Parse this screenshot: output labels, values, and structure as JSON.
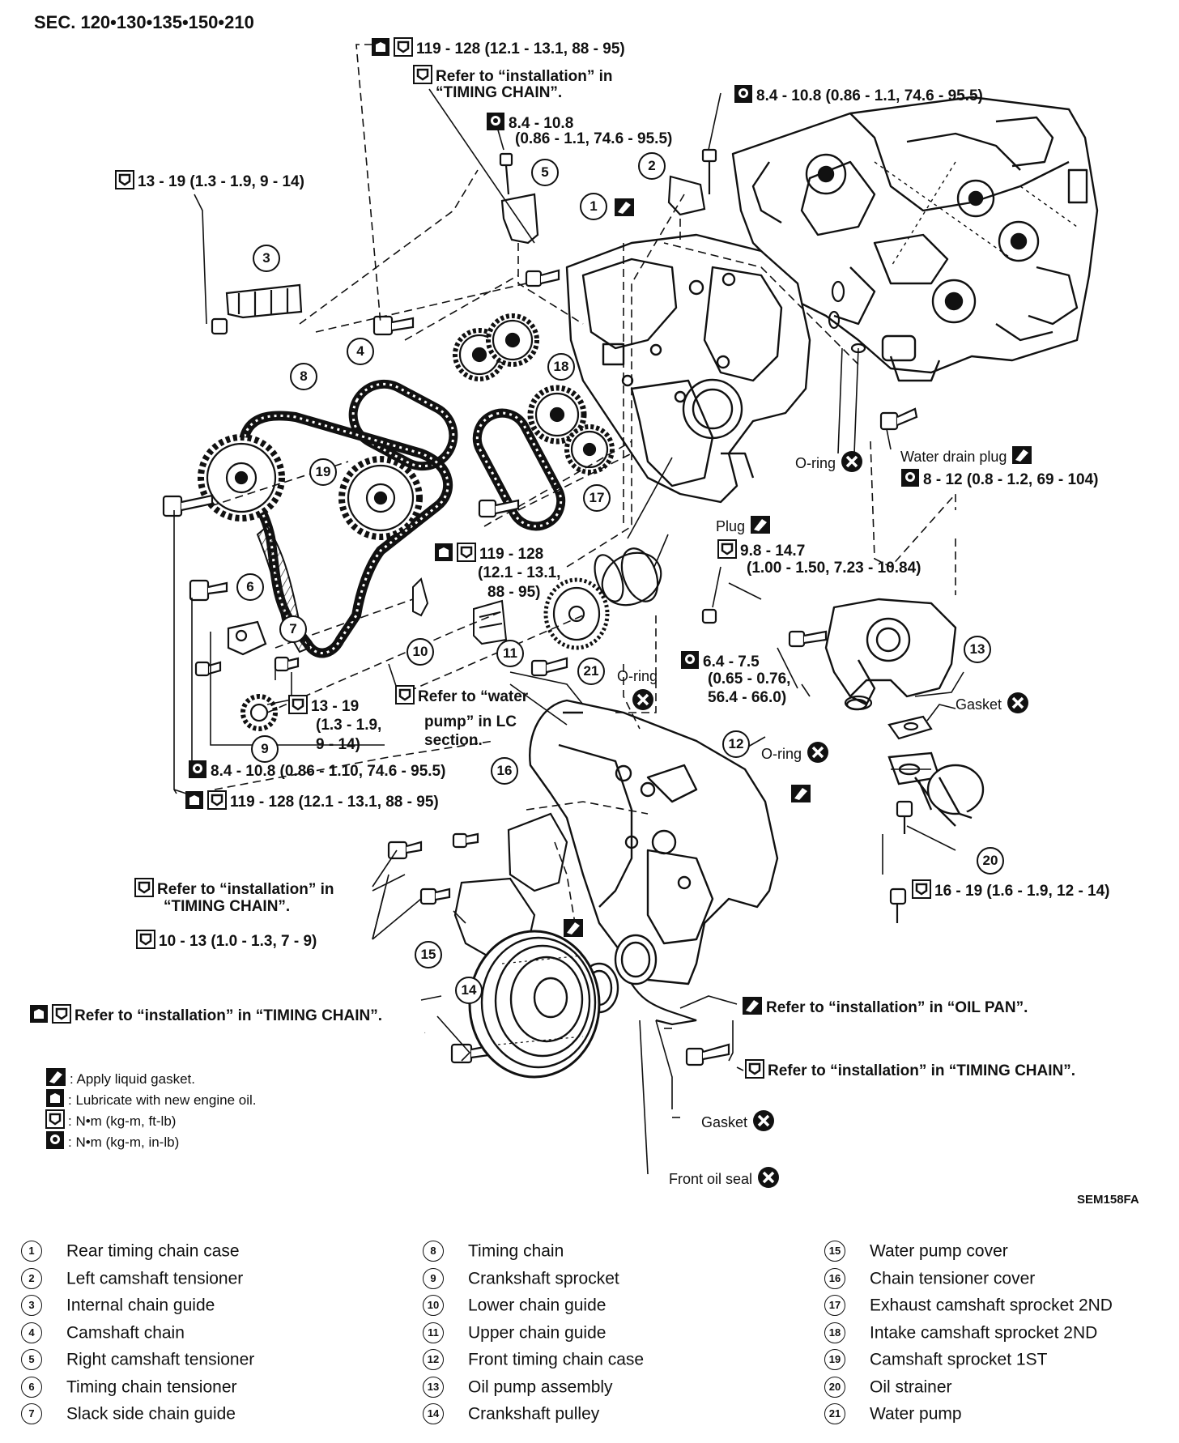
{
  "header": {
    "section": "SEC. 120•130•135•150•210"
  },
  "figure_code": "SEM158FA",
  "part_numbers": [
    "1",
    "2",
    "3",
    "4",
    "5",
    "6",
    "7",
    "8",
    "9",
    "10",
    "11",
    "12",
    "13",
    "14",
    "15",
    "16",
    "17",
    "18",
    "19",
    "20",
    "21"
  ],
  "annotations": {
    "a1": "119 - 128 (12.1 - 13.1, 88 - 95)",
    "a2_l1": "Refer to “installation” in",
    "a2_l2": "“TIMING CHAIN”.",
    "a3_l1": "8.4 - 10.8",
    "a3_l2": "(0.86 - 1.1, 74.6 - 95.5)",
    "a4": "8.4 - 10.8 (0.86 - 1.1, 74.6 - 95.5)",
    "a5": "13 - 19 (1.3 - 1.9, 9 - 14)",
    "oring1": "O-ring",
    "water_drain_plug": "Water drain plug",
    "a6": "8 - 12 (0.8 - 1.2, 69 - 104)",
    "plug": "Plug",
    "a7_l1": "9.8 - 14.7",
    "a7_l2": "(1.00 - 1.50, 7.23 - 10.84)",
    "a8_l1": "119 - 128",
    "a8_l2": "(12.1 - 13.1,",
    "a8_l3": "88 - 95)",
    "a9_l1": "6.4 - 7.5",
    "a9_l2": "(0.65 - 0.76,",
    "a9_l3": "56.4 - 66.0)",
    "oring2": "O-ring",
    "gasket1": "Gasket",
    "oring3": "O-ring",
    "a10_l1": "13 - 19",
    "a10_l2": "(1.3 - 1.9,",
    "a10_l3": "9 - 14)",
    "a11_l1": "Refer to “water",
    "a11_l2": "pump” in LC",
    "a11_l3": "section.",
    "a12": "8.4 - 10.8 (0.86 - 1.10, 74.6 - 95.5)",
    "a13": "119 - 128 (12.1 - 13.1, 88 - 95)",
    "a14_l1": "Refer to “installation” in",
    "a14_l2": "“TIMING CHAIN”.",
    "a15": "10 - 13 (1.0 - 1.3, 7 - 9)",
    "a16": "16 - 19 (1.6 - 1.9, 12 - 14)",
    "a17": "Refer to “installation” in “TIMING CHAIN”.",
    "a18": "Refer to “installation” in “OIL PAN”.",
    "a19": "Refer to “installation” in “TIMING CHAIN”.",
    "gasket2": "Gasket",
    "front_oil_seal": "Front oil seal"
  },
  "key": [
    {
      "symbol": "liquid-gasket-icon",
      "text": ": Apply liquid gasket."
    },
    {
      "symbol": "oil-can-icon",
      "text": ": Lubricate with new engine oil."
    },
    {
      "symbol": "torque-wrench-icon",
      "text": ": N•m (kg-m, ft-lb)"
    },
    {
      "symbol": "torque-wrench-filled-icon",
      "text": ": N•m (kg-m, in-lb)"
    }
  ],
  "parts_legend": [
    [
      {
        "n": "1",
        "name": "Rear timing chain case"
      },
      {
        "n": "2",
        "name": "Left camshaft tensioner"
      },
      {
        "n": "3",
        "name": "Internal chain guide"
      },
      {
        "n": "4",
        "name": "Camshaft chain"
      },
      {
        "n": "5",
        "name": "Right camshaft tensioner"
      },
      {
        "n": "6",
        "name": "Timing chain tensioner"
      },
      {
        "n": "7",
        "name": "Slack side chain guide"
      }
    ],
    [
      {
        "n": "8",
        "name": "Timing chain"
      },
      {
        "n": "9",
        "name": "Crankshaft sprocket"
      },
      {
        "n": "10",
        "name": "Lower chain guide"
      },
      {
        "n": "11",
        "name": "Upper chain guide"
      },
      {
        "n": "12",
        "name": "Front timing chain case"
      },
      {
        "n": "13",
        "name": "Oil pump assembly"
      },
      {
        "n": "14",
        "name": "Crankshaft pulley"
      }
    ],
    [
      {
        "n": "15",
        "name": "Water pump cover"
      },
      {
        "n": "16",
        "name": "Chain tensioner cover"
      },
      {
        "n": "17",
        "name": "Exhaust camshaft sprocket 2ND"
      },
      {
        "n": "18",
        "name": "Intake camshaft sprocket 2ND"
      },
      {
        "n": "19",
        "name": "Camshaft sprocket 1ST"
      },
      {
        "n": "20",
        "name": "Oil strainer"
      },
      {
        "n": "21",
        "name": "Water pump"
      }
    ]
  ]
}
